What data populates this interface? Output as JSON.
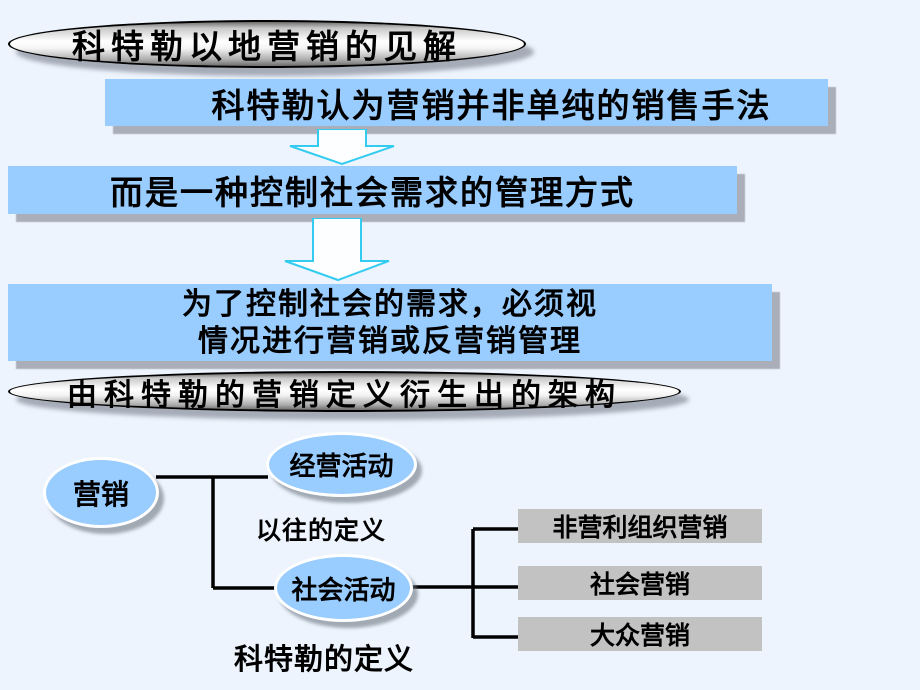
{
  "colors": {
    "background": "#EDF4FD",
    "flow_box_blue": "#99CCFF",
    "arrow_outline_cyan": "#33CCF0",
    "gray_box": "#C2C2C2",
    "shadow_gray": "#A9AEB8",
    "banner_border": "#000000"
  },
  "banner1": {
    "label": "科特勒以地营销的见解"
  },
  "flow": {
    "box1": "科特勒认为营销并非单纯的销售手法",
    "box2": "而是一种控制社会需求的管理方式",
    "box3_line1": "为了控制社会的需求，必须视",
    "box3_line2": "情况进行营销或反营销管理"
  },
  "banner2": {
    "label": "由科特勒的营销定义衍生出的架构"
  },
  "diagram": {
    "node_marketing": "营销",
    "node_business": "经营活动",
    "node_social": "社会活动",
    "label_old": "以往的定义",
    "label_kotler": "科特勒的定义",
    "gray_boxes": [
      "非营利组织营销",
      "社会营销",
      "大众营销"
    ]
  }
}
